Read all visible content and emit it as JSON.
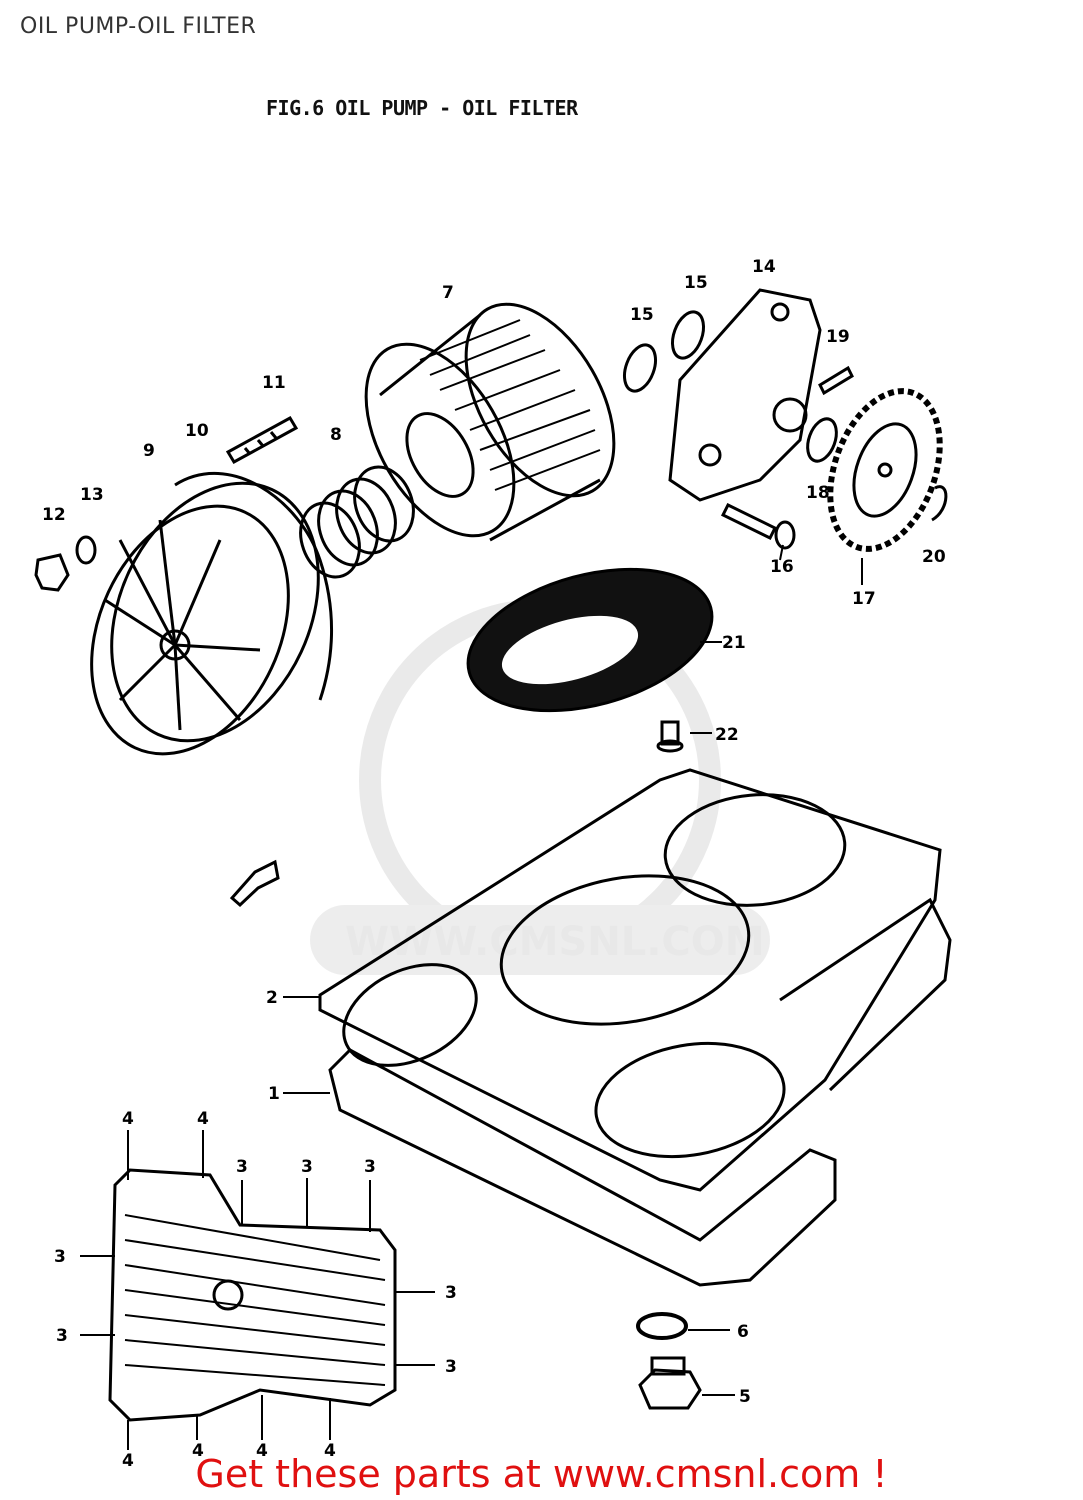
{
  "page_title": "OIL PUMP-OIL FILTER",
  "figure_title": "FIG.6  OIL PUMP - OIL FILTER",
  "footer_text": "Get these parts at www.cmsnl.com !",
  "colors": {
    "footer": "#e01010",
    "ink": "#000000",
    "watermark": "#e6e6e6"
  },
  "callouts": [
    "1",
    "2",
    "3",
    "4",
    "5",
    "6",
    "7",
    "8",
    "9",
    "10",
    "11",
    "12",
    "13",
    "14",
    "15",
    "16",
    "17",
    "18",
    "19",
    "20",
    "21",
    "22"
  ]
}
